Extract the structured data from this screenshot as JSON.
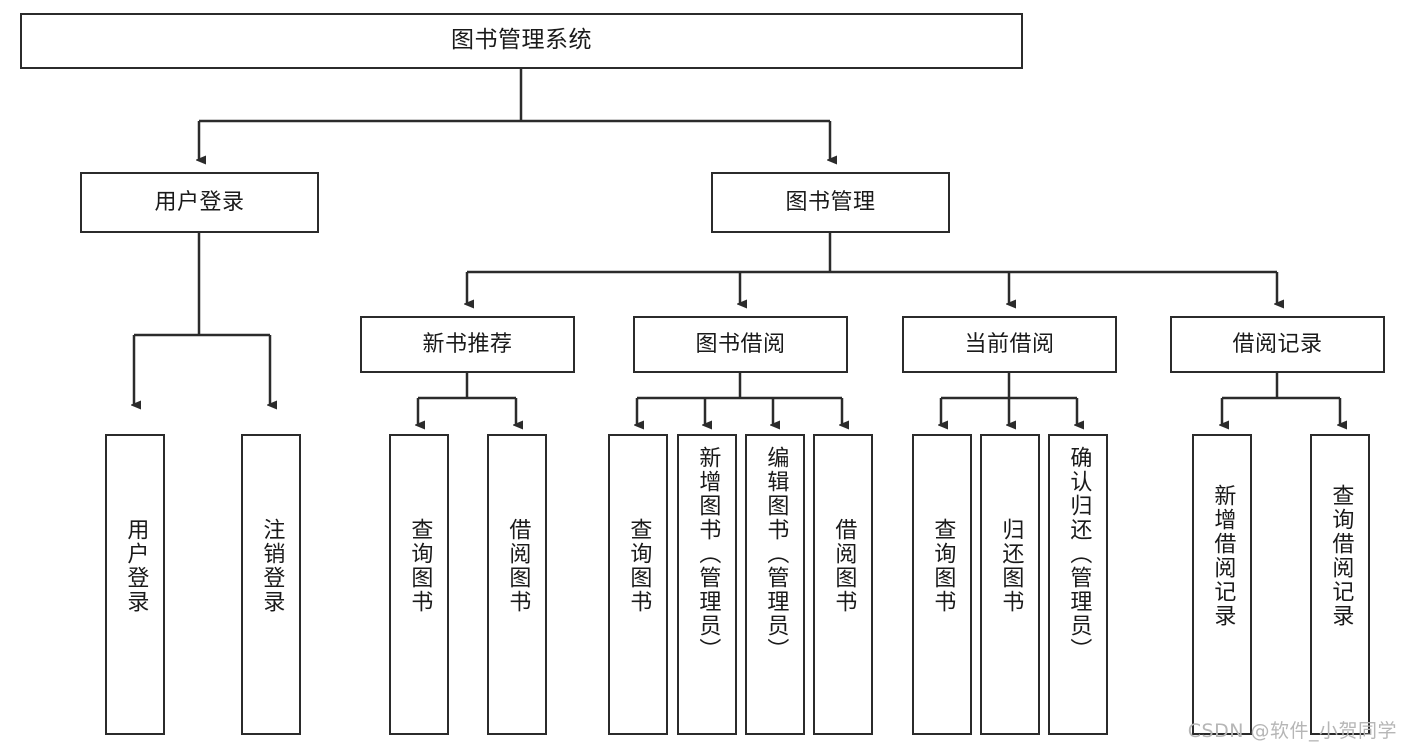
{
  "diagram": {
    "title": "图书管理系统",
    "watermark": "CSDN @软件_小贺同学",
    "stroke_color": "#2b2b2b",
    "background_color": "#ffffff",
    "text_color": "#1a1a1a",
    "watermark_color": "#b6b6b6"
  },
  "nodes": {
    "root": {
      "label": "图书管理系统"
    },
    "level2": [
      {
        "label": "用户登录"
      },
      {
        "label": "图书管理"
      }
    ],
    "level3": [
      {
        "label": "新书推荐"
      },
      {
        "label": "图书借阅"
      },
      {
        "label": "当前借阅"
      },
      {
        "label": "借阅记录"
      }
    ],
    "leaves": {
      "user_login": [
        {
          "label": "用户登录"
        },
        {
          "label": "注销登录"
        }
      ],
      "new_book_recommend": [
        {
          "label": "查询图书"
        },
        {
          "label": "借阅图书"
        }
      ],
      "book_borrow": [
        {
          "label": "查询图书"
        },
        {
          "label": "新增图书（管理员）"
        },
        {
          "label": "编辑图书（管理员）"
        },
        {
          "label": "借阅图书"
        }
      ],
      "current_borrow": [
        {
          "label": "查询图书"
        },
        {
          "label": "归还图书"
        },
        {
          "label": "确认归还（管理员）"
        }
      ],
      "borrow_records": [
        {
          "label": "新增借阅记录"
        },
        {
          "label": "查询借阅记录"
        }
      ]
    }
  },
  "chart_data": {
    "type": "table",
    "title": "图书管理系统 功能结构图",
    "structure": [
      {
        "label": "图书管理系统",
        "level": 1,
        "children": [
          {
            "label": "用户登录",
            "level": 2,
            "children": [
              {
                "label": "用户登录",
                "level": 3,
                "children": []
              },
              {
                "label": "注销登录",
                "level": 3,
                "children": []
              }
            ]
          },
          {
            "label": "图书管理",
            "level": 2,
            "children": [
              {
                "label": "新书推荐",
                "level": 3,
                "children": [
                  {
                    "label": "查询图书",
                    "level": 4,
                    "children": []
                  },
                  {
                    "label": "借阅图书",
                    "level": 4,
                    "children": []
                  }
                ]
              },
              {
                "label": "图书借阅",
                "level": 3,
                "children": [
                  {
                    "label": "查询图书",
                    "level": 4,
                    "children": []
                  },
                  {
                    "label": "新增图书（管理员）",
                    "level": 4,
                    "children": []
                  },
                  {
                    "label": "编辑图书（管理员）",
                    "level": 4,
                    "children": []
                  },
                  {
                    "label": "借阅图书",
                    "level": 4,
                    "children": []
                  }
                ]
              },
              {
                "label": "当前借阅",
                "level": 3,
                "children": [
                  {
                    "label": "查询图书",
                    "level": 4,
                    "children": []
                  },
                  {
                    "label": "归还图书",
                    "level": 4,
                    "children": []
                  },
                  {
                    "label": "确认归还（管理员）",
                    "level": 4,
                    "children": []
                  }
                ]
              },
              {
                "label": "借阅记录",
                "level": 3,
                "children": [
                  {
                    "label": "新增借阅记录",
                    "level": 4,
                    "children": []
                  },
                  {
                    "label": "查询借阅记录",
                    "level": 4,
                    "children": []
                  }
                ]
              }
            ]
          }
        ]
      }
    ]
  }
}
